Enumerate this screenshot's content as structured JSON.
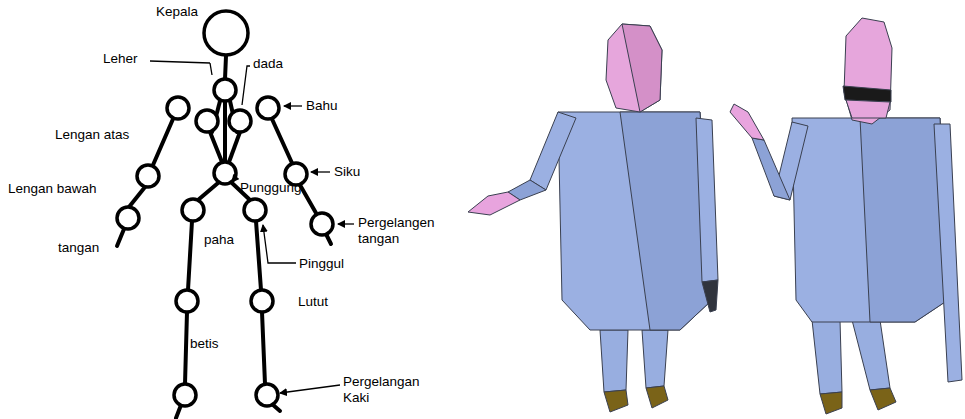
{
  "diagram": {
    "labels": [
      "Kepala",
      "Leher",
      "dada",
      "Bahu",
      "Lengan atas",
      "Punggung",
      "Siku",
      "Lengan bawah",
      "Pergelangen tangan",
      "tangan",
      "paha",
      "Pinggul",
      "Lutut",
      "betis",
      "Pergelangan Kaki"
    ]
  }
}
